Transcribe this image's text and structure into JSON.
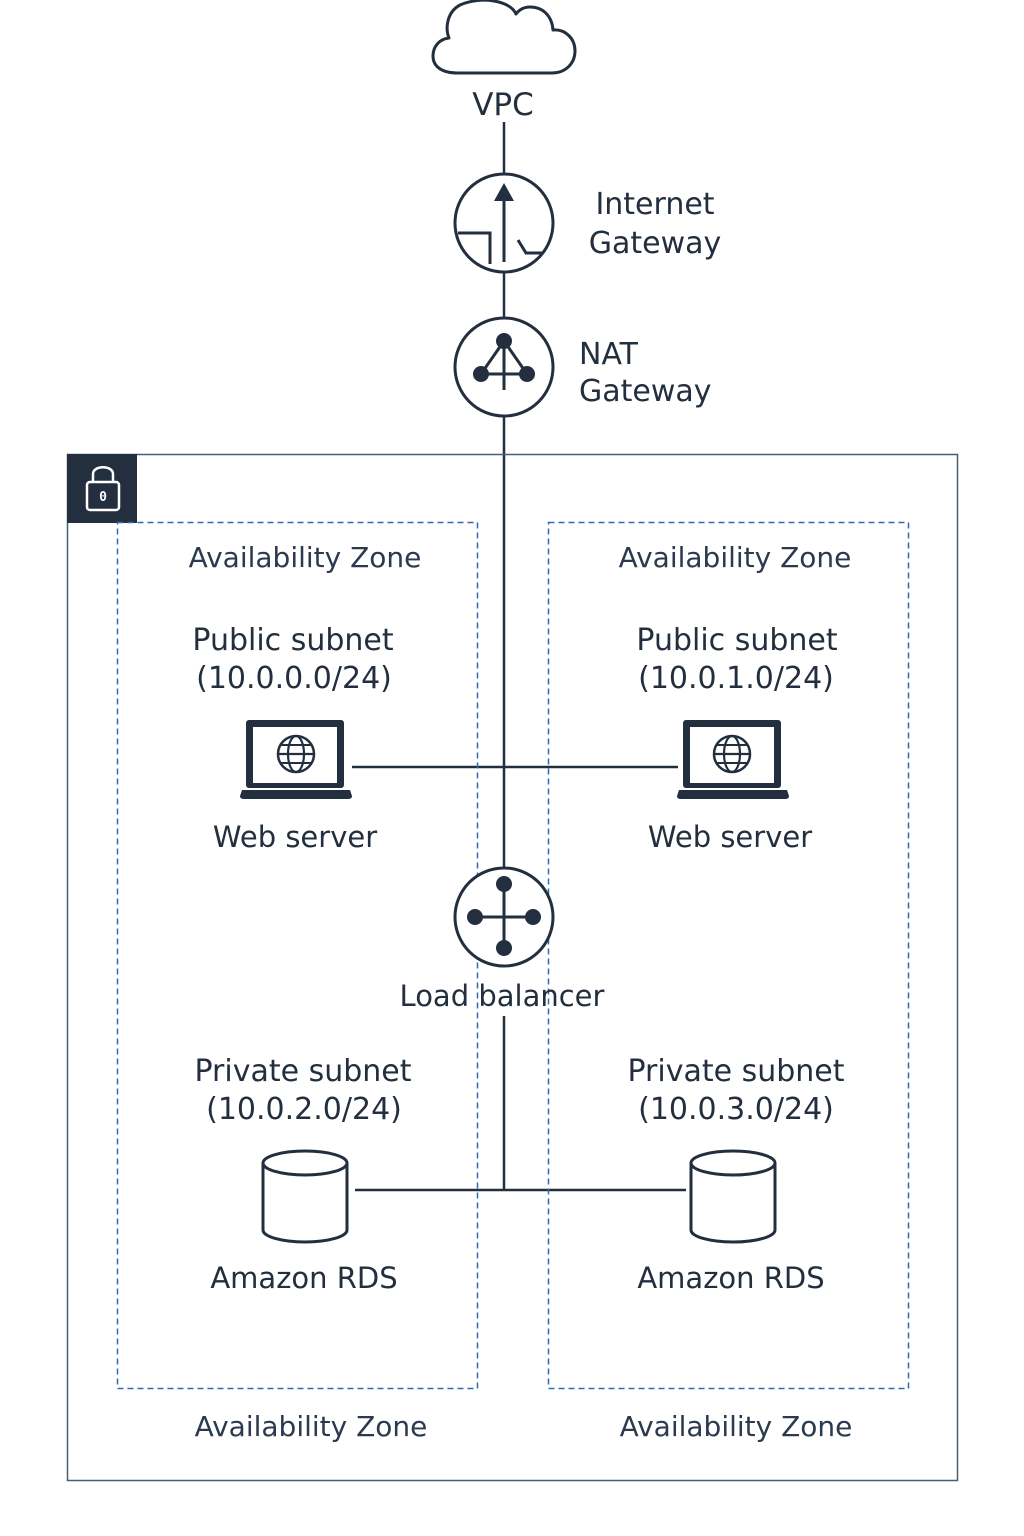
{
  "vpc": {
    "label": "VPC",
    "icon": "cloud-icon"
  },
  "internet_gateway": {
    "label_line1": "Internet",
    "label_line2": "Gateway",
    "icon": "internet-gateway-icon"
  },
  "nat_gateway": {
    "label_line1": "NAT",
    "label_line2": "Gateway",
    "icon": "nat-gateway-icon"
  },
  "vpc_group": {
    "icon": "lock-icon",
    "lock_text": "0",
    "header_color": "#232f3e"
  },
  "zones": [
    {
      "top_label": "Availability Zone",
      "bottom_label": "Availability Zone",
      "public_subnet": {
        "name": "Public subnet",
        "cidr": "(10.0.0.0/24)"
      },
      "web_server": {
        "label": "Web server",
        "icon": "laptop-globe-icon"
      },
      "private_subnet": {
        "name": "Private subnet",
        "cidr": "(10.0.2.0/24)"
      },
      "database": {
        "label": "Amazon RDS",
        "icon": "database-icon"
      }
    },
    {
      "top_label": "Availability Zone",
      "bottom_label": "Availability Zone",
      "public_subnet": {
        "name": "Public subnet",
        "cidr": "(10.0.1.0/24)"
      },
      "web_server": {
        "label": "Web server",
        "icon": "laptop-globe-icon"
      },
      "private_subnet": {
        "name": "Private subnet",
        "cidr": "(10.0.3.0/24)"
      },
      "database": {
        "label": "Amazon RDS",
        "icon": "database-icon"
      }
    }
  ],
  "load_balancer": {
    "label": "Load balancer",
    "icon": "load-balancer-icon"
  },
  "colors": {
    "ink": "#232f3e",
    "zone_border": "#2e6bb0",
    "vpc_border": "#4a5d77"
  }
}
